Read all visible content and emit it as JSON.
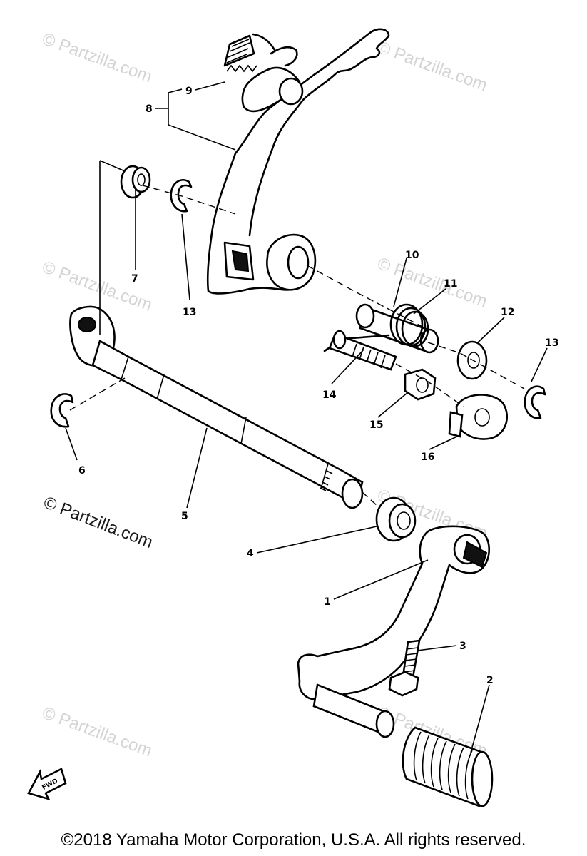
{
  "watermarks": {
    "faint": "© Partzilla.com",
    "bold": "© Partzilla.com"
  },
  "copyright": "©2018  Yamaha Motor Corporation, U.S.A. All rights reserved.",
  "fwd_arrow_label": "FWD",
  "callouts": [
    "1",
    "2",
    "3",
    "4",
    "5",
    "6",
    "7",
    "8",
    "9",
    "10",
    "11",
    "12",
    "13",
    "13",
    "14",
    "15",
    "16"
  ]
}
